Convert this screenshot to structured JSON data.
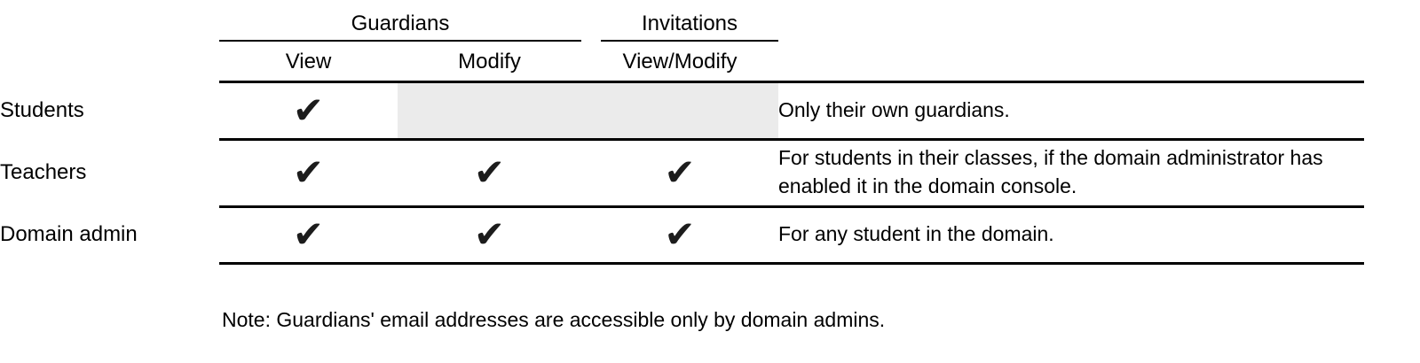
{
  "table": {
    "groups": [
      {
        "label": "Guardians"
      },
      {
        "label": "Invitations"
      }
    ],
    "columns": [
      "View",
      "Modify",
      "View/Modify"
    ],
    "check_glyph": "✔",
    "rows": [
      {
        "role": "Students",
        "cells": [
          "✔",
          "",
          ""
        ],
        "note": "Only their own guardians."
      },
      {
        "role": "Teachers",
        "cells": [
          "✔",
          "✔",
          "✔"
        ],
        "note": "For students in their classes, if the domain administrator has enabled it in the domain console."
      },
      {
        "role": "Domain admin",
        "cells": [
          "✔",
          "✔",
          "✔"
        ],
        "note": "For any student in the domain."
      }
    ]
  },
  "footer": {
    "note": "Note: Guardians' email addresses are accessible only by domain admins."
  },
  "colors": {
    "line": "#000000",
    "text": "#000000",
    "disabled_cell_bg": "#ebebeb",
    "check": "#1c1c1c"
  }
}
